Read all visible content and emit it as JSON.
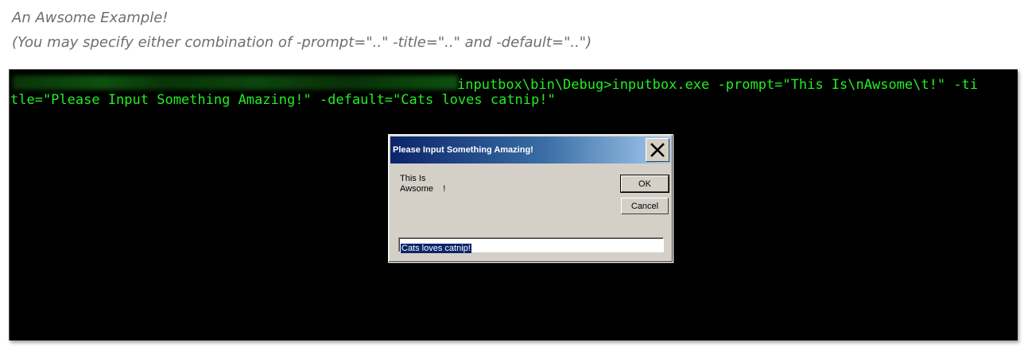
{
  "caption": {
    "title": "An Awsome Example!",
    "subtitle": "(You may specify either combination of -prompt=\"..\" -title=\"..\" and -default=\"..\")"
  },
  "console": {
    "line1": "inputbox\\bin\\Debug>inputbox.exe -prompt=\"This Is\\nAwsome\\t!\" -ti",
    "line2": "tle=\"Please Input Something Amazing!\" -default=\"Cats loves catnip!\""
  },
  "dialog": {
    "title": "Please Input Something Amazing!",
    "prompt": "This Is\nAwsome    !",
    "ok_label": "OK",
    "cancel_label": "Cancel",
    "input_value": "Cats loves catnip!",
    "close_icon": "close-icon"
  },
  "colors": {
    "console_text": "#22ee22",
    "console_bg": "#000000",
    "dialog_bg": "#d4d0c8",
    "titlebar_start": "#0a246a",
    "titlebar_end": "#a6caf0",
    "selection": "#0a246a"
  }
}
